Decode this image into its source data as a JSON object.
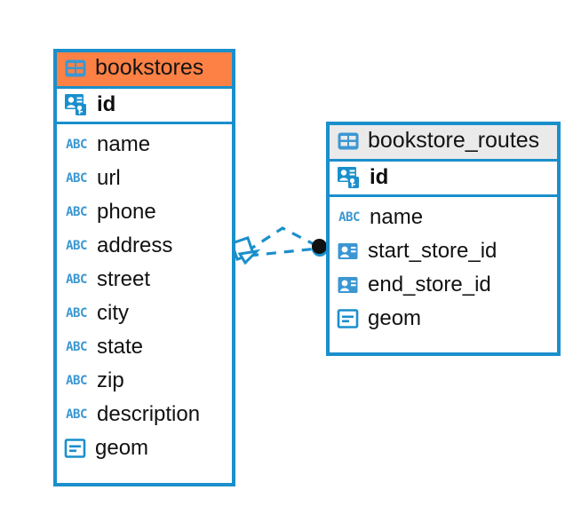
{
  "diagram": {
    "type": "entity-relationship-diagram",
    "background_color": "#ffffff",
    "accent_color": "#1a8fcc",
    "highlight_color": "#fd8144",
    "plain_header_color": "#eaeaea",
    "icon_color": "#3b97d3"
  },
  "tables": [
    {
      "id": "bookstores",
      "name": "bookstores",
      "header_style": "accent",
      "table_icon": "table-icon",
      "primary_key": {
        "name": "id",
        "icon": "primary-key-icon"
      },
      "fields": [
        {
          "name": "name",
          "icon": "text-field-icon"
        },
        {
          "name": "url",
          "icon": "text-field-icon"
        },
        {
          "name": "phone",
          "icon": "text-field-icon"
        },
        {
          "name": "address",
          "icon": "text-field-icon"
        },
        {
          "name": "street",
          "icon": "text-field-icon"
        },
        {
          "name": "city",
          "icon": "text-field-icon"
        },
        {
          "name": "state",
          "icon": "text-field-icon"
        },
        {
          "name": "zip",
          "icon": "text-field-icon"
        },
        {
          "name": "description",
          "icon": "text-field-icon"
        },
        {
          "name": "geom",
          "icon": "geometry-field-icon"
        }
      ]
    },
    {
      "id": "bookstore_routes",
      "name": "bookstore_routes",
      "header_style": "plain",
      "table_icon": "table-icon",
      "primary_key": {
        "name": "id",
        "icon": "primary-key-icon"
      },
      "fields": [
        {
          "name": "name",
          "icon": "text-field-icon"
        },
        {
          "name": "start_store_id",
          "icon": "foreign-key-icon"
        },
        {
          "name": "end_store_id",
          "icon": "foreign-key-icon"
        },
        {
          "name": "geom",
          "icon": "geometry-field-icon"
        }
      ]
    }
  ],
  "relationships": [
    {
      "id": "rel-start-store",
      "from_table": "bookstores",
      "to_table": "bookstore_routes",
      "from_marker": "crows-foot-diamond",
      "to_marker": "filled-circle",
      "line_style": "dashed",
      "color": "#1a8fcc"
    },
    {
      "id": "rel-end-store",
      "from_table": "bookstores",
      "to_table": "bookstore_routes",
      "from_marker": "crows-foot-diamond",
      "to_marker": "filled-circle",
      "line_style": "dashed",
      "color": "#1a8fcc"
    }
  ],
  "icon_glyphs": {
    "text-field-icon": "ABC"
  }
}
